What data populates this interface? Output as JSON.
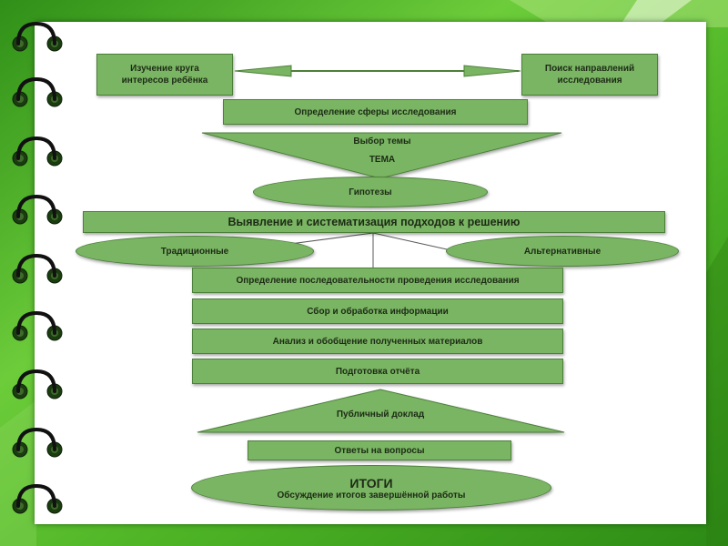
{
  "diagram": {
    "interest_study": "Изучение круга интересов ребёнка",
    "direction_search": "Поиск направлений исследования",
    "sphere_definition": "Определение сферы исследования",
    "topic_choice": "Выбор темы",
    "topic": "ТЕМА",
    "hypotheses": "Гипотезы",
    "approaches": "Выявление и систематизация подходов к решению",
    "traditional": "Традиционные",
    "alternative": "Альтернативные",
    "sequence": "Определение последовательности проведения исследования",
    "collection": "Сбор и обработка информации",
    "analysis": "Анализ и обобщение полученных материалов",
    "report_prep": "Подготовка отчёта",
    "public_report": "Публичный доклад",
    "answers": "Ответы на вопросы",
    "results": "ИТОГИ",
    "results_discussion": "Обсуждение итогов завершённой работы"
  },
  "colors": {
    "shape_fill": "#7ab563",
    "shape_border": "#4c7f3a",
    "background_green": "#52b82a"
  }
}
